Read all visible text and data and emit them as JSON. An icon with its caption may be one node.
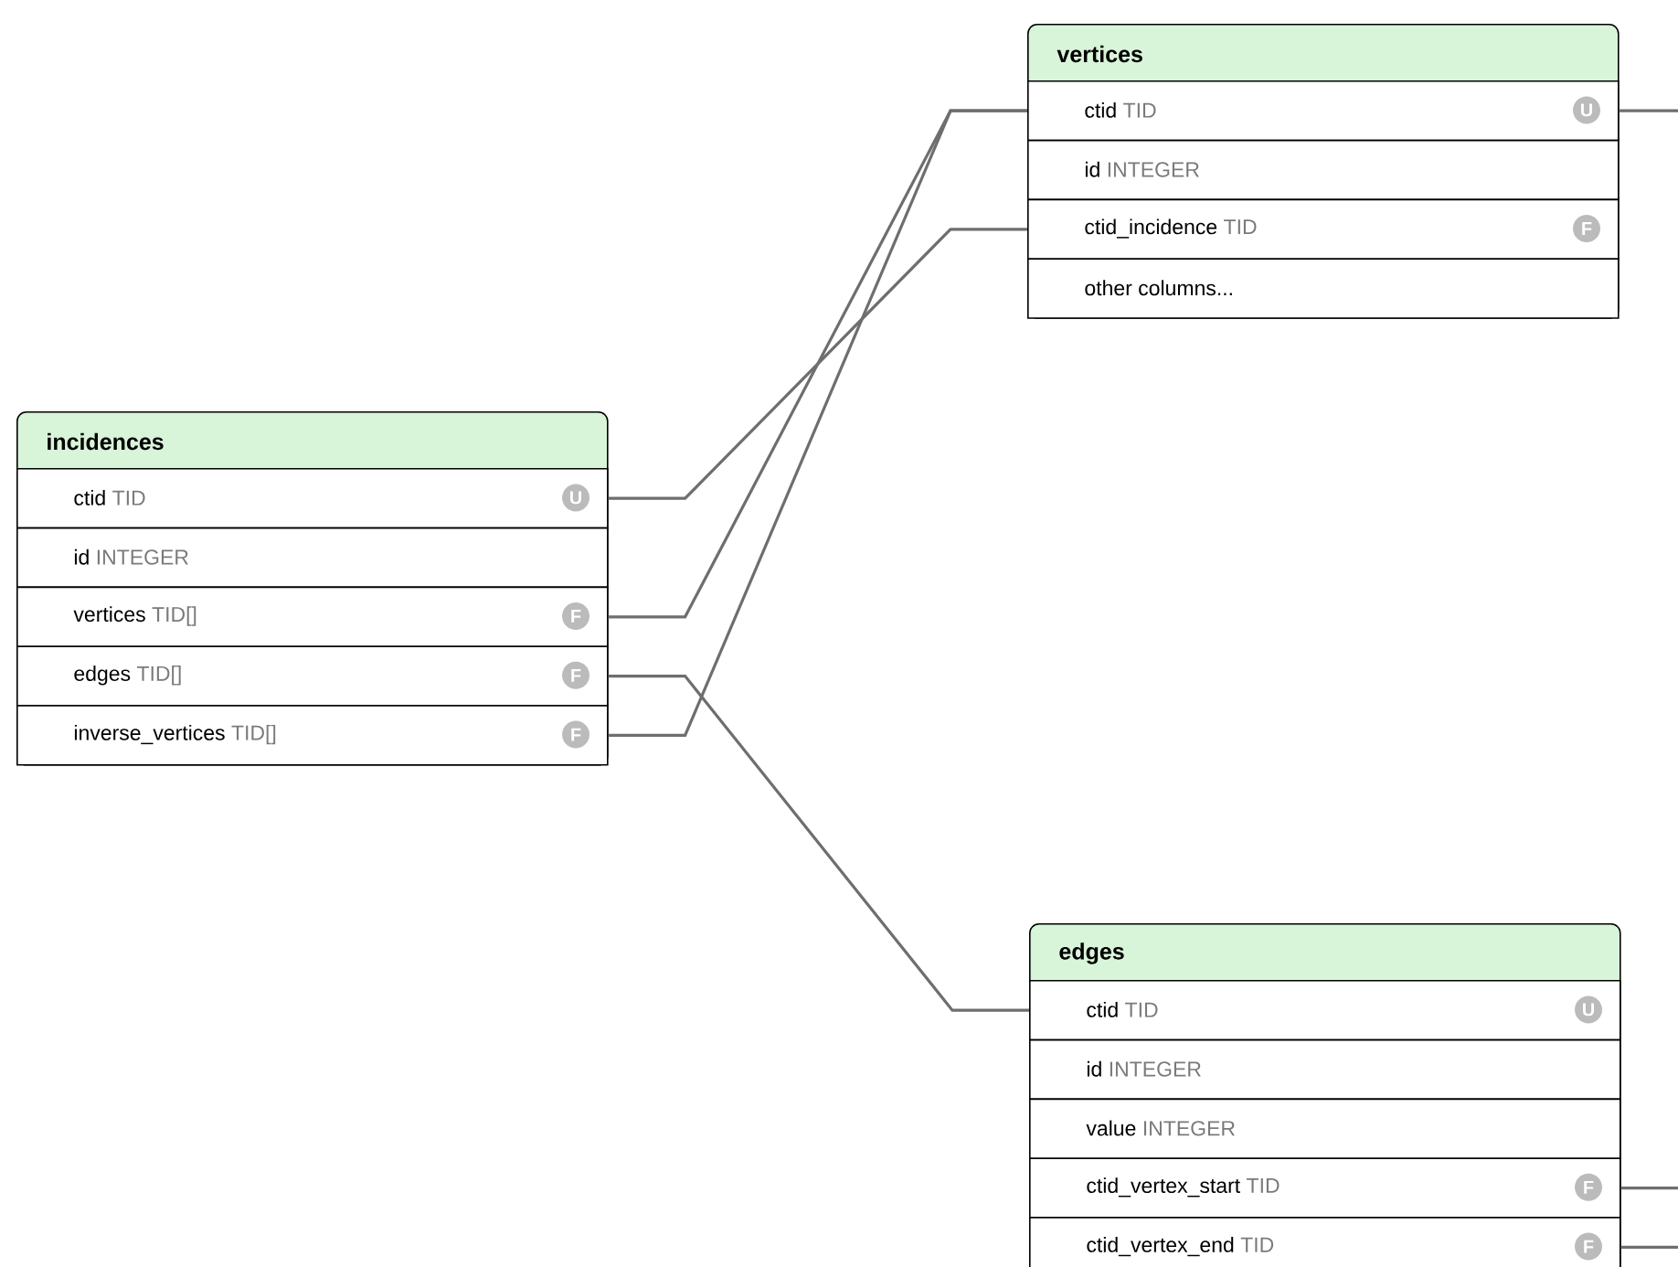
{
  "diagram": {
    "nodes": [
      {
        "text": [
          "vertices"
        ]
      },
      {
        "text": [
          "ctid",
          "TID",
          "U"
        ],
        "in": 0
      },
      {
        "text": [
          "id",
          "INTEGER"
        ],
        "in": 0
      },
      {
        "text": [
          "ctid_incidence",
          "TID",
          "F"
        ],
        "in": 0
      },
      {
        "text": [
          "other columns..."
        ],
        "in": 0
      },
      {
        "text": [
          "incidences"
        ]
      },
      {
        "text": [
          "ctid",
          "TID",
          "U"
        ],
        "in": 5
      },
      {
        "text": [
          "id",
          "INTEGER"
        ],
        "in": 5
      },
      {
        "text": [
          "vertices",
          "TID[]",
          "F"
        ],
        "in": 5
      },
      {
        "text": [
          "edges",
          "TID[]",
          "F"
        ],
        "in": 5
      },
      {
        "text": [
          "inverse_vertices",
          "TID[]",
          "F"
        ],
        "in": 5
      },
      {
        "text": [
          "edges"
        ]
      },
      {
        "text": [
          "ctid",
          "TID",
          "U"
        ],
        "in": 11
      },
      {
        "text": [
          "id",
          "INTEGER"
        ],
        "in": 11
      },
      {
        "text": [
          "value",
          "INTEGER"
        ],
        "in": 11
      },
      {
        "text": [
          "ctid_vertex_start",
          "TID",
          "F"
        ],
        "in": 11
      },
      {
        "text": [
          "ctid_vertex_end",
          "TID",
          "F"
        ],
        "in": 11
      }
    ],
    "edges": [
      {
        "from": 6,
        "to": 3,
        "arrow": "none"
      },
      {
        "from": 8,
        "to": 1,
        "arrow": "none"
      },
      {
        "from": 10,
        "to": 1,
        "arrow": "none"
      },
      {
        "from": 9,
        "to": 12,
        "arrow": "none"
      },
      {
        "from": 1,
        "to": null,
        "arrow": "none"
      },
      {
        "from": 15,
        "to": null,
        "arrow": "none"
      },
      {
        "from": 16,
        "to": null,
        "arrow": "none"
      }
    ]
  }
}
